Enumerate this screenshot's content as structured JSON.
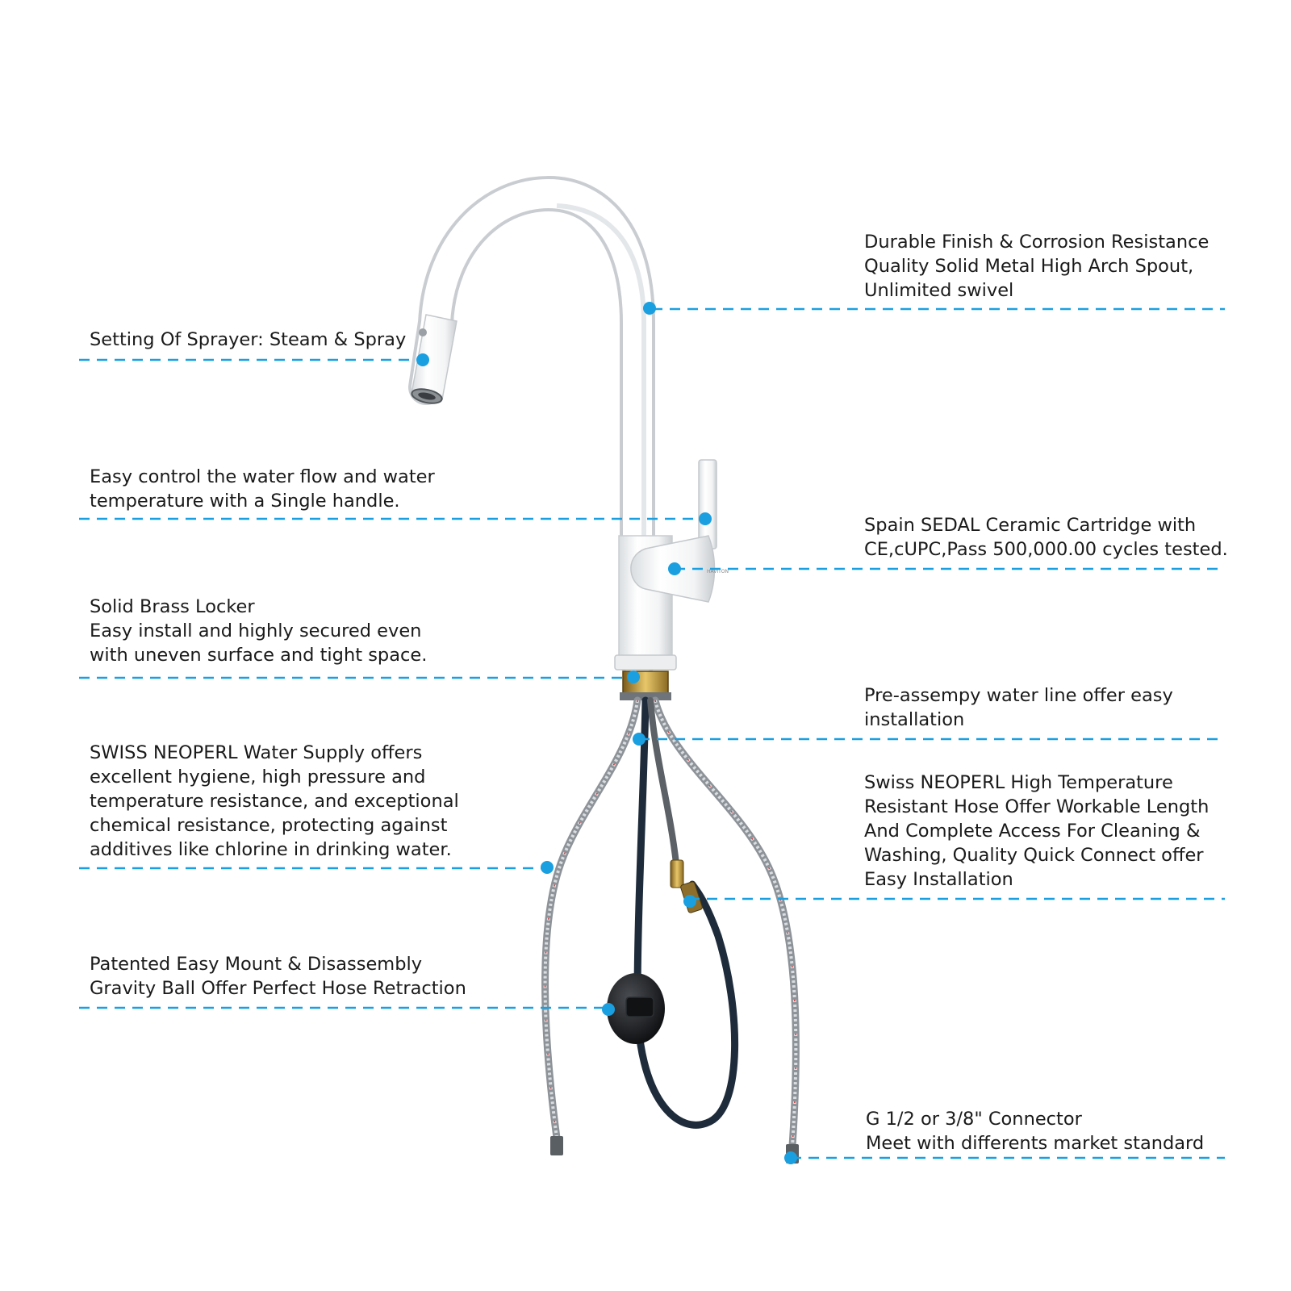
{
  "accent_color": "#1a9fe0",
  "callouts": [
    {
      "id": "spout",
      "lines": [
        "Durable Finish & Corrosion Resistance",
        "Quality Solid Metal High Arch Spout,",
        "Unlimited swivel"
      ]
    },
    {
      "id": "sprayer",
      "lines": [
        "Setting Of Sprayer: Steam & Spray"
      ]
    },
    {
      "id": "handle",
      "lines": [
        "Easy control the water flow and water",
        "temperature with a Single handle."
      ]
    },
    {
      "id": "cartridge",
      "lines": [
        "Spain SEDAL Ceramic Cartridge with",
        "CE,cUPC,Pass 500,000.00 cycles tested."
      ]
    },
    {
      "id": "locker",
      "lines": [
        "Solid Brass Locker",
        "Easy install and highly secured even",
        "with uneven surface and tight space."
      ]
    },
    {
      "id": "water-line",
      "lines": [
        "Pre-assempy water line offer easy",
        "installation"
      ]
    },
    {
      "id": "water-supply",
      "lines": [
        "SWISS NEOPERL Water Supply offers",
        "excellent hygiene, high pressure and",
        "temperature resistance, and exceptional",
        "chemical resistance, protecting against",
        "additives like chlorine in drinking water."
      ]
    },
    {
      "id": "hose",
      "lines": [
        "Swiss NEOPERL High Temperature",
        "Resistant Hose Offer Workable Length",
        "And Complete Access For Cleaning &",
        "Washing, Quality Quick Connect offer",
        "Easy Installation"
      ]
    },
    {
      "id": "gravity-ball",
      "lines": [
        "Patented Easy Mount & Disassembly",
        "Gravity Ball Offer Perfect Hose Retraction"
      ]
    },
    {
      "id": "connector",
      "lines": [
        "G 1/2 or 3/8\" Connector",
        "Meet with differents market standard"
      ]
    }
  ],
  "icons": [
    "faucet-illustration",
    "callout-dot"
  ]
}
